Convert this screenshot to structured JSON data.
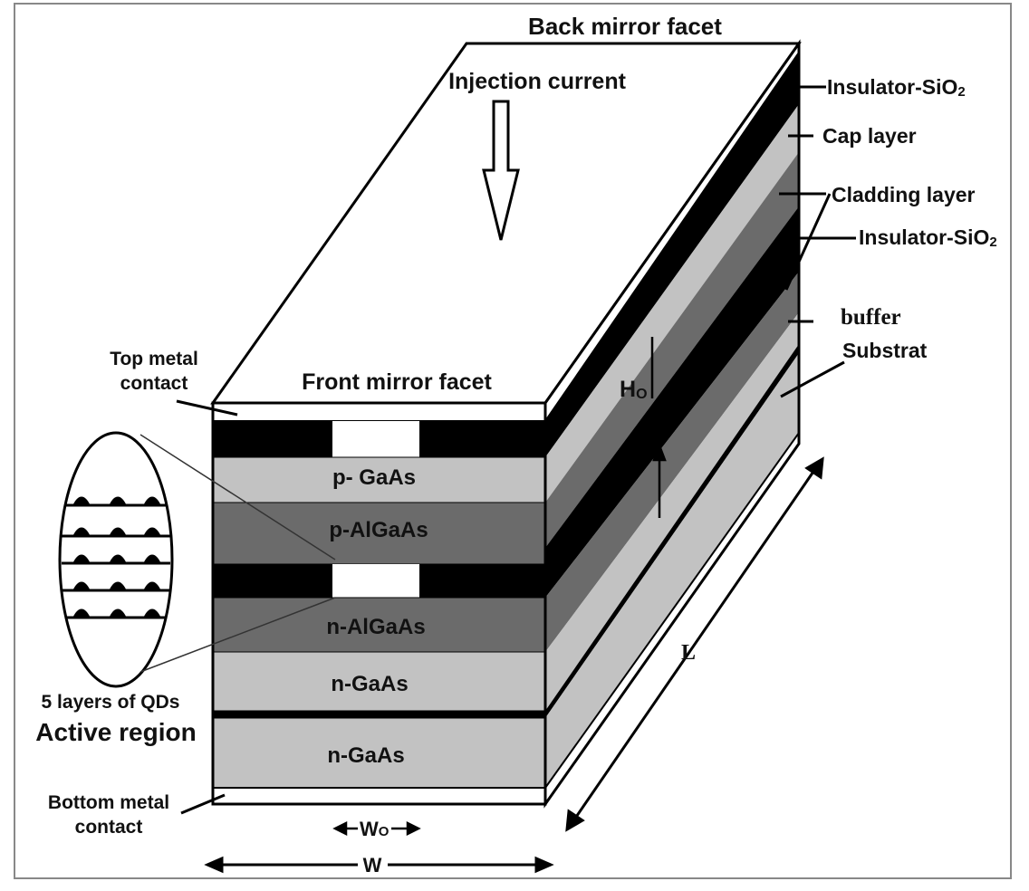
{
  "labels": {
    "back_facet": "Back mirror facet",
    "injection": "Injection current",
    "front_facet": "Front mirror facet",
    "top_contact_1": "Top metal",
    "top_contact_2": "contact",
    "bottom_contact_1": "Bottom metal",
    "bottom_contact_2": "contact",
    "insulator_top": "Insulator-SiO",
    "insulator_mid": "Insulator-SiO",
    "subscript_2": "2",
    "cap": "Cap layer",
    "cladding": "Cladding layer",
    "buffer": "buffer",
    "substrat": "Substrat",
    "ho_main": "H",
    "ho_sub": "O",
    "qd_1": "5 layers of QDs",
    "qd_2": "Active region",
    "wo_main": "W",
    "wo_sub": "O",
    "w": "W",
    "l": "L"
  },
  "layers": [
    {
      "name": "contact-top",
      "text": "",
      "color": "#ffffff"
    },
    {
      "name": "insulator-top",
      "text": "",
      "color": "#000000"
    },
    {
      "name": "cap-layer",
      "text": "p- GaAs",
      "color": "#c2c2c2"
    },
    {
      "name": "cladding-top",
      "text": "p-AlGaAs",
      "color": "#6b6b6b"
    },
    {
      "name": "insulator-mid",
      "text": "",
      "color": "#000000"
    },
    {
      "name": "cladding-bottom",
      "text": "n-AlGaAs",
      "color": "#6b6b6b"
    },
    {
      "name": "buffer-layer",
      "text": "n-GaAs",
      "color": "#c2c2c2"
    },
    {
      "name": "separator",
      "text": "",
      "color": "#000000"
    },
    {
      "name": "substrate",
      "text": "n-GaAs",
      "color": "#c2c2c2"
    },
    {
      "name": "contact-bottom",
      "text": "",
      "color": "#ffffff"
    }
  ]
}
